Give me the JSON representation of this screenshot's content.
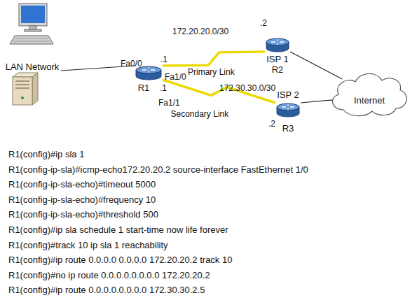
{
  "diagram": {
    "nodes": [
      {
        "text": [
          "LAN Network"
        ]
      },
      {
        "text": [
          "R1"
        ]
      },
      {
        "text": [
          "ISP 1",
          "R2"
        ]
      },
      {
        "text": [
          "ISP 2",
          "R3"
        ]
      },
      {
        "text": [
          "Internet"
        ]
      }
    ],
    "edges": [
      {
        "from": 0,
        "to": 1,
        "arrow": "none"
      },
      {
        "from": 1,
        "to": 2,
        "arrow": "none",
        "label": "Primary Link"
      },
      {
        "from": 1,
        "to": 3,
        "arrow": "none",
        "label": "Secondary Link"
      },
      {
        "from": 2,
        "to": 4,
        "arrow": "none"
      },
      {
        "from": 3,
        "to": 4,
        "arrow": "none"
      }
    ],
    "labels": [
      "172.20.20.0/30",
      ".2",
      ".1",
      "Fa0/0",
      "Fa1/0",
      ".1",
      "172.30.30.0/30",
      "Fa1/1",
      ".2",
      "R1(config)#ip sla 1",
      "R1(config-ip-sla)#icmp-echo172.20.20.2 source-interface FastEthernet 1/0",
      "R1(config-ip-sla-echo)#timeout 5000",
      "R1(config-ip-sla-echo)#frequency 10",
      "R1(config-ip-sla-echo)#threshold 500",
      "R1(config)#ip sla schedule 1 start-time now life forever",
      "R1(config)#track 10 ip sla 1 reachability",
      "R1(config)#ip route 0.0.0.0 0.0.0.0 172.20.20.2 track 10",
      "R1(config)#no ip route 0.0.0.0.0.0.0.0 172.20.20.2",
      "R1(config)#ip route 0.0.0.0.0.0.0.0 172.30.30.2.5"
    ]
  }
}
